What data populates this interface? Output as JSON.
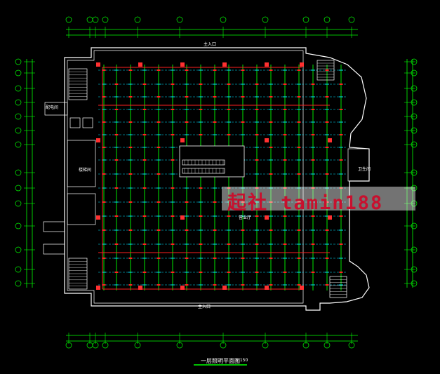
{
  "drawing": {
    "title": "一层照明平面图",
    "scale": "1:150",
    "watermark": "起社  tamin188"
  },
  "labels": {
    "entrance_top": "主入口",
    "entrance_bottom": "主入口",
    "room_left_1": "配电间",
    "room_left_2": "楼梯间",
    "room_right": "卫生间",
    "hall": "营业厅"
  },
  "colors": {
    "background": "#000000",
    "wall": "#ffffff",
    "dimension": "#00ff00",
    "grid_axis": "#00ff00",
    "fixture": "#ff2020",
    "wiring": "#00e5ff",
    "column": "#ff3030",
    "stair": "#ffffff"
  }
}
